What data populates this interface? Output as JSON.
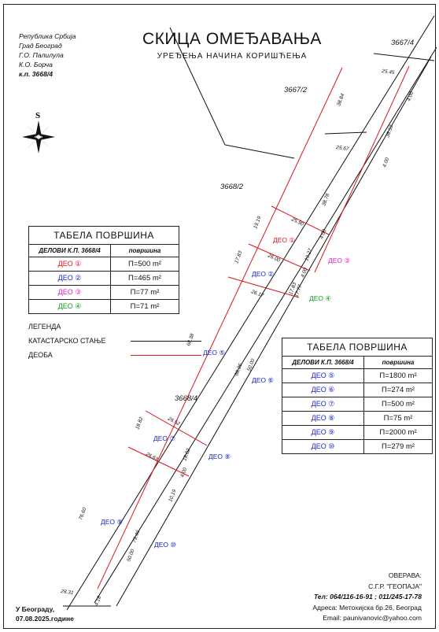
{
  "header": {
    "lines": [
      "Република Србија",
      "Град Београд",
      "Г.О. Палилула",
      "К.О. Борча",
      "к.п. 3668/4"
    ]
  },
  "title": "СКИЦА ОМЕЂАВАЊА",
  "subtitle": "УРЕЂЕЊА НАЧИНА КОРИШЋЕЊА",
  "north_letter": "S",
  "parcels": {
    "p1": "3667/4",
    "p2": "3667/2",
    "p3": "3668/2",
    "p4": "3668/4"
  },
  "table1": {
    "caption": "ТАБЕЛА ПОВРШИНА",
    "col1": "ДЕЛОВИ К.П. 3668/4",
    "col2": "површина",
    "rows": [
      {
        "part": "ДЕО ①",
        "area": "П=500 m²",
        "color": "#e0141e"
      },
      {
        "part": "ДЕО ②",
        "area": "П=465 m²",
        "color": "#1a28c8"
      },
      {
        "part": "ДЕО ③",
        "area": "П=77 m²",
        "color": "#e020c8"
      },
      {
        "part": "ДЕО ④",
        "area": "П=71 m²",
        "color": "#10a020"
      }
    ]
  },
  "table2": {
    "caption": "ТАБЕЛА ПОВРШИНА",
    "col1": "ДЕЛОВИ К.П. 3668/4",
    "col2": "површина",
    "rows": [
      {
        "part": "ДЕО ⑤",
        "area": "П=1800 m²",
        "color": "#1a28c8"
      },
      {
        "part": "ДЕО ⑥",
        "area": "П=274 m²",
        "color": "#1a28c8"
      },
      {
        "part": "ДЕО ⑦",
        "area": "П=500 m²",
        "color": "#1a28c8"
      },
      {
        "part": "ДЕО ⑧",
        "area": "П=75 m²",
        "color": "#1a28c8"
      },
      {
        "part": "ДЕО ⑨",
        "area": "П=2000 m²",
        "color": "#1a28c8"
      },
      {
        "part": "ДЕО ⑩",
        "area": "П=279 m²",
        "color": "#1a28c8"
      }
    ]
  },
  "legend": {
    "title": "ЛЕГЕНДА",
    "item1": "КАТАСТАРСКО СТАЊЕ",
    "item2": "ДЕОБА"
  },
  "map_labels": {
    "deo1": "ДЕО ①",
    "deo2": "ДЕО ②",
    "deo3": "ДЕО ③",
    "deo4": "ДЕО ④",
    "deo5": "ДЕО ⑤",
    "deo6": "ДЕО ⑥",
    "deo7": "ДЕО ⑦",
    "deo8": "ДЕО ⑧",
    "deo9": "ДЕО ⑨",
    "deo10": "ДЕО ⑩"
  },
  "dims": {
    "d1": "25.45",
    "d2": "38.84",
    "d3": "25.67",
    "d4": "25.90",
    "d5": "26.00",
    "d6": "26.17",
    "d7": "26.52",
    "d8": "26.63",
    "d9": "28.31",
    "d10": "4.00",
    "d11": "4.00",
    "d12": "4.00",
    "d13": "4.00",
    "d14": "4.00",
    "d15": "19.19",
    "d16": "17.83",
    "d17": "68.38",
    "d18": "18.82",
    "d19": "10.19",
    "d20": "76.60",
    "d21": "79.40",
    "d22": "50.00",
    "d23": "68.36",
    "d24": "50.00",
    "d25": "19.27",
    "d26": "17.83",
    "d27": "17.77",
    "d28": "18.82",
    "d29": "38.78",
    "d30": "38.53",
    "d31": "4.18"
  },
  "footer_left": {
    "line1": "У Београду,",
    "line2": "07.08.2025.године"
  },
  "footer_right": {
    "line1": "ОВЕРАВА:",
    "line2": "С.Г.Р. \"ГЕОПАЈА\"",
    "line3": "Тел: 064/116-16-91 ; 011/245-17-78",
    "line4": "Адреса: Метохијска бр.26, Београд",
    "line5": "Email: paunivanovic@yahoo.com"
  },
  "colors": {
    "cadastral": "#111111",
    "division": "#e0141e",
    "blue": "#1a28c8",
    "magenta": "#e020c8",
    "green": "#10a020"
  }
}
